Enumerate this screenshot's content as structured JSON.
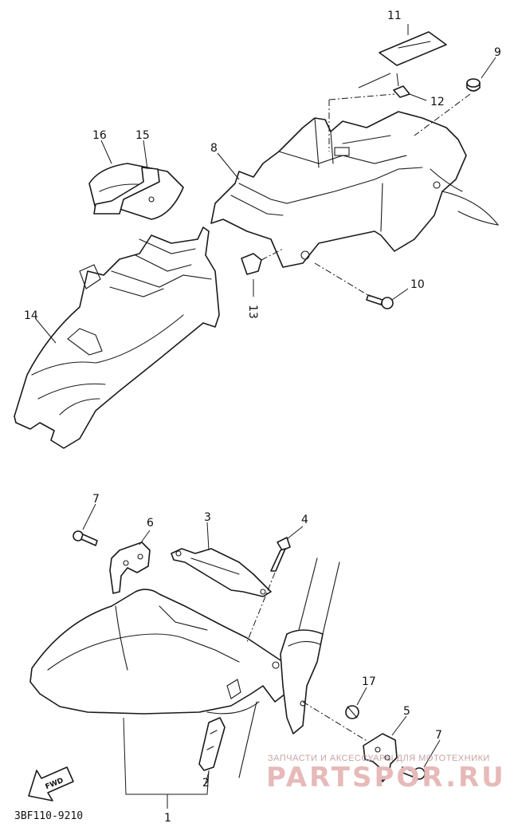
{
  "diagram": {
    "callouts": [
      {
        "id": "1",
        "label": "1"
      },
      {
        "id": "2",
        "label": "2"
      },
      {
        "id": "3",
        "label": "3"
      },
      {
        "id": "4",
        "label": "4"
      },
      {
        "id": "5",
        "label": "5"
      },
      {
        "id": "6",
        "label": "6"
      },
      {
        "id": "7a",
        "label": "7"
      },
      {
        "id": "7b",
        "label": "7"
      },
      {
        "id": "8",
        "label": "8"
      },
      {
        "id": "9",
        "label": "9"
      },
      {
        "id": "10",
        "label": "10"
      },
      {
        "id": "11",
        "label": "11"
      },
      {
        "id": "12",
        "label": "12"
      },
      {
        "id": "13",
        "label": "13"
      },
      {
        "id": "14",
        "label": "14"
      },
      {
        "id": "15",
        "label": "15"
      },
      {
        "id": "16",
        "label": "16"
      },
      {
        "id": "17",
        "label": "17"
      }
    ],
    "drawing_code": "3BF110-9210",
    "direction_arrow": "FWD"
  },
  "watermark": {
    "caption": "ЗАПЧАСТИ И АКСЕССУАРЫ ДЛЯ МОТОТЕХНИКИ",
    "brand": "PARTSPOR.RU"
  }
}
